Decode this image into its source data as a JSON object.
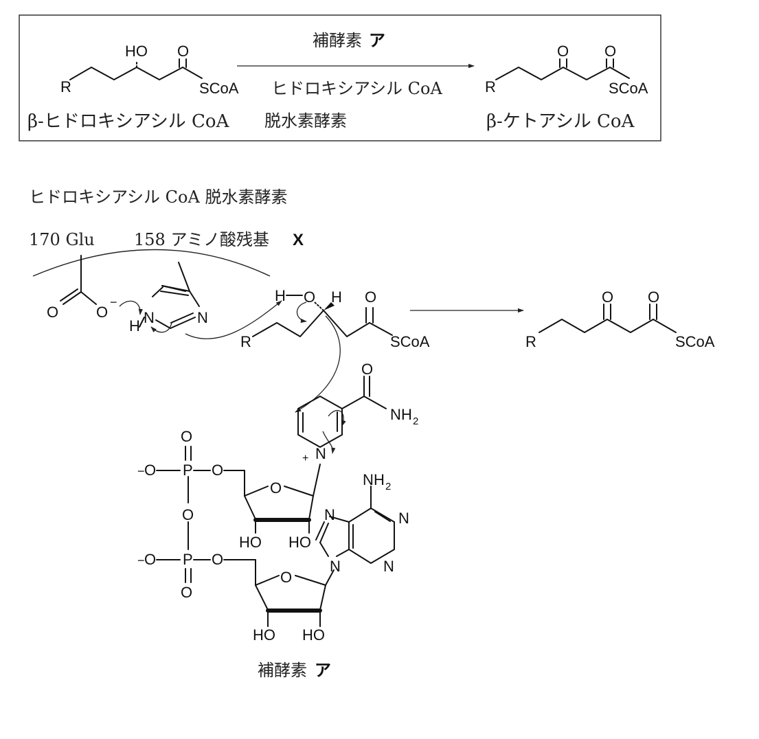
{
  "scheme": {
    "reactant_name": "β-ヒドロキシアシル CoA",
    "enzyme_line1": "ヒドロキシアシル CoA",
    "enzyme_line2": "脱水素酵素",
    "coenzyme_label": "補酵素",
    "coenzyme_letter": "ア",
    "product_name": "β-ケトアシル CoA"
  },
  "mechanism": {
    "title": "ヒドロキシアシル CoA 脱水素酵素",
    "residue_glu": "170  Glu",
    "residue_x_prefix": "158  アミノ酸残基",
    "residue_x_letter": "X",
    "coenzyme_label": "補酵素",
    "coenzyme_letter": "ア"
  },
  "atoms": {
    "R": "R",
    "HO": "HO",
    "O": "O",
    "H": "H",
    "N": "N",
    "SCoA": "SCoA",
    "NH2": "NH",
    "sub2": "2",
    "P": "P",
    "minus": "−",
    "plus": "+"
  }
}
